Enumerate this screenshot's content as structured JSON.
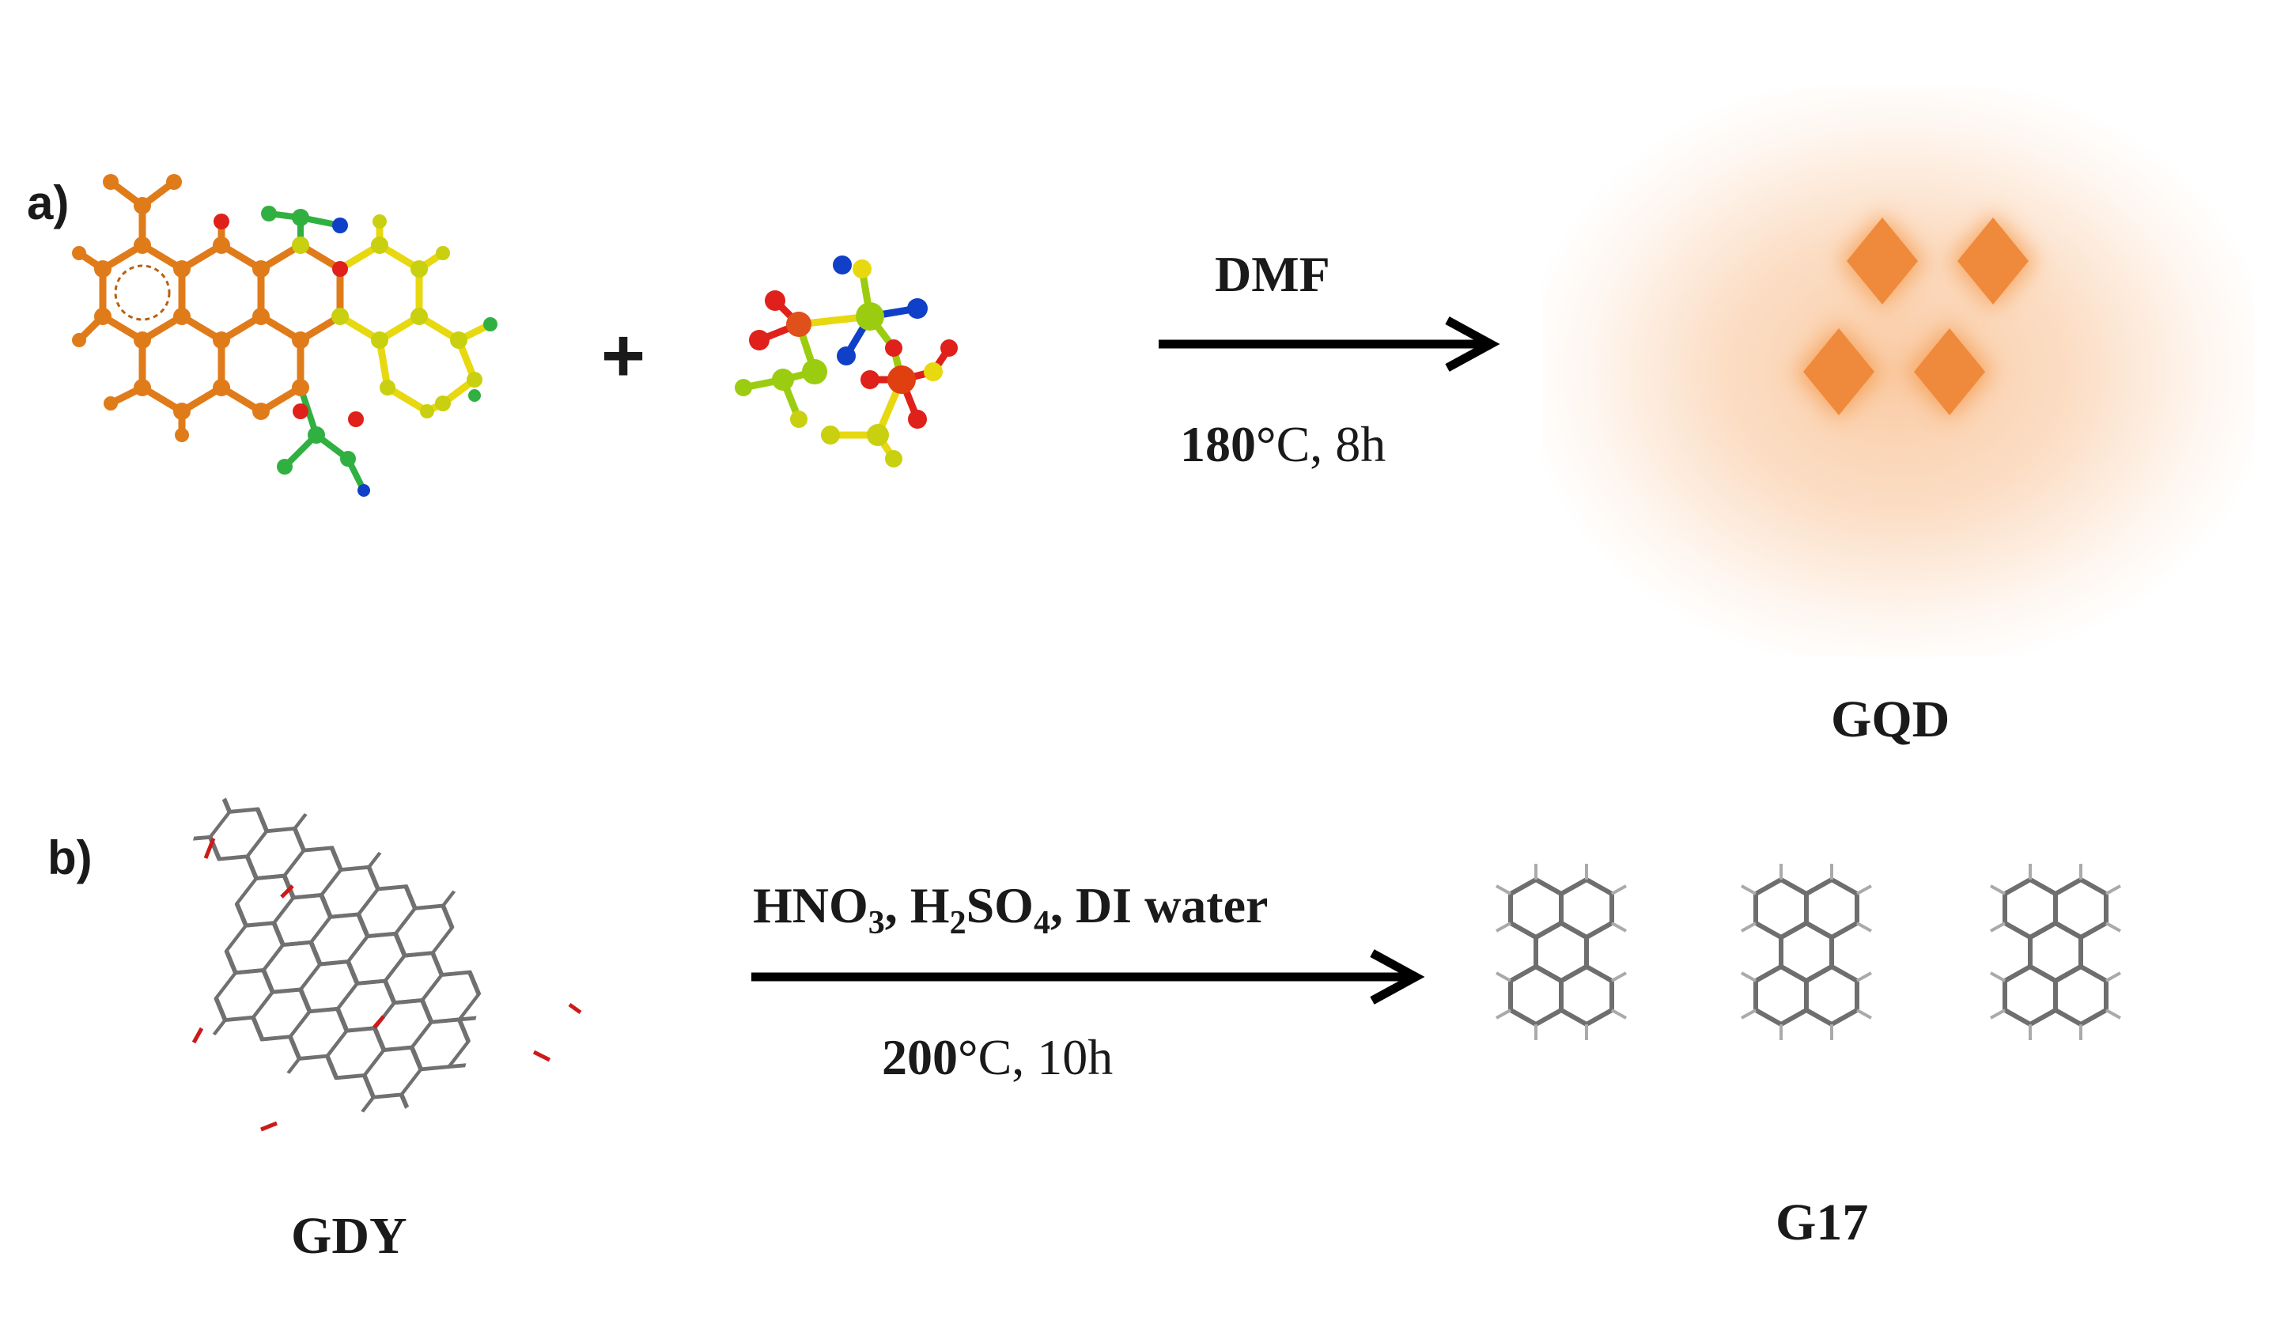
{
  "panels": [
    {
      "label": "a)",
      "operator": "+",
      "arrow": {
        "above": "DMF",
        "below_bold": "180°",
        "below_rest": "C, 8h"
      },
      "product_name": "GQD"
    },
    {
      "label": "b)",
      "reactant_name": "GDY",
      "arrow": {
        "above_parts": [
          "HNO",
          "3",
          ", H",
          "2",
          "SO",
          "4",
          ", DI water"
        ],
        "below_bold": "200°",
        "below_rest": "C, 10h"
      },
      "product_name": "G17"
    }
  ],
  "colors": {
    "graphene_orange": "#e07b1a",
    "acid_red": "#e0201a",
    "amine_blue": "#1040c8",
    "lime": "#9ccc10",
    "yellow": "#e8d810",
    "green": "#30b040",
    "gqd_glow": "#f5a05a",
    "gqd_core": "#ef8a3c",
    "bond_grey": "#707070",
    "oxygen_red": "#cc1a1a",
    "arrow": "#000000"
  }
}
